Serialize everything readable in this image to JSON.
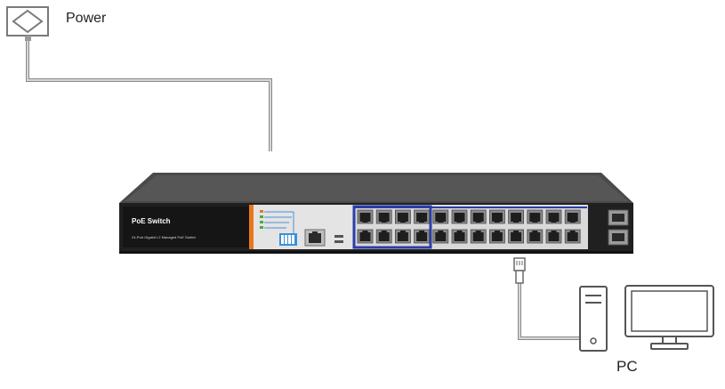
{
  "labels": {
    "power": "Power",
    "pc": "PC"
  },
  "switch": {
    "title": "PoE Switch",
    "subtitle": "24-Port Gigabit L2 Managed PoE Switch",
    "port_count": 24,
    "sfp_count": 2
  },
  "icons": {
    "power_outlet": "power-outlet-icon",
    "rj45_plug": "rj45-plug-icon",
    "pc_tower": "pc-tower-icon",
    "monitor": "monitor-icon"
  },
  "colors": {
    "chassis_top": "#4a4a4a",
    "chassis_front": "#202020",
    "accent_orange": "#e8781e",
    "port_highlight": "#2b3ea8",
    "dip_switch": "#3a8fd8",
    "cable": "#8a8a8a"
  }
}
